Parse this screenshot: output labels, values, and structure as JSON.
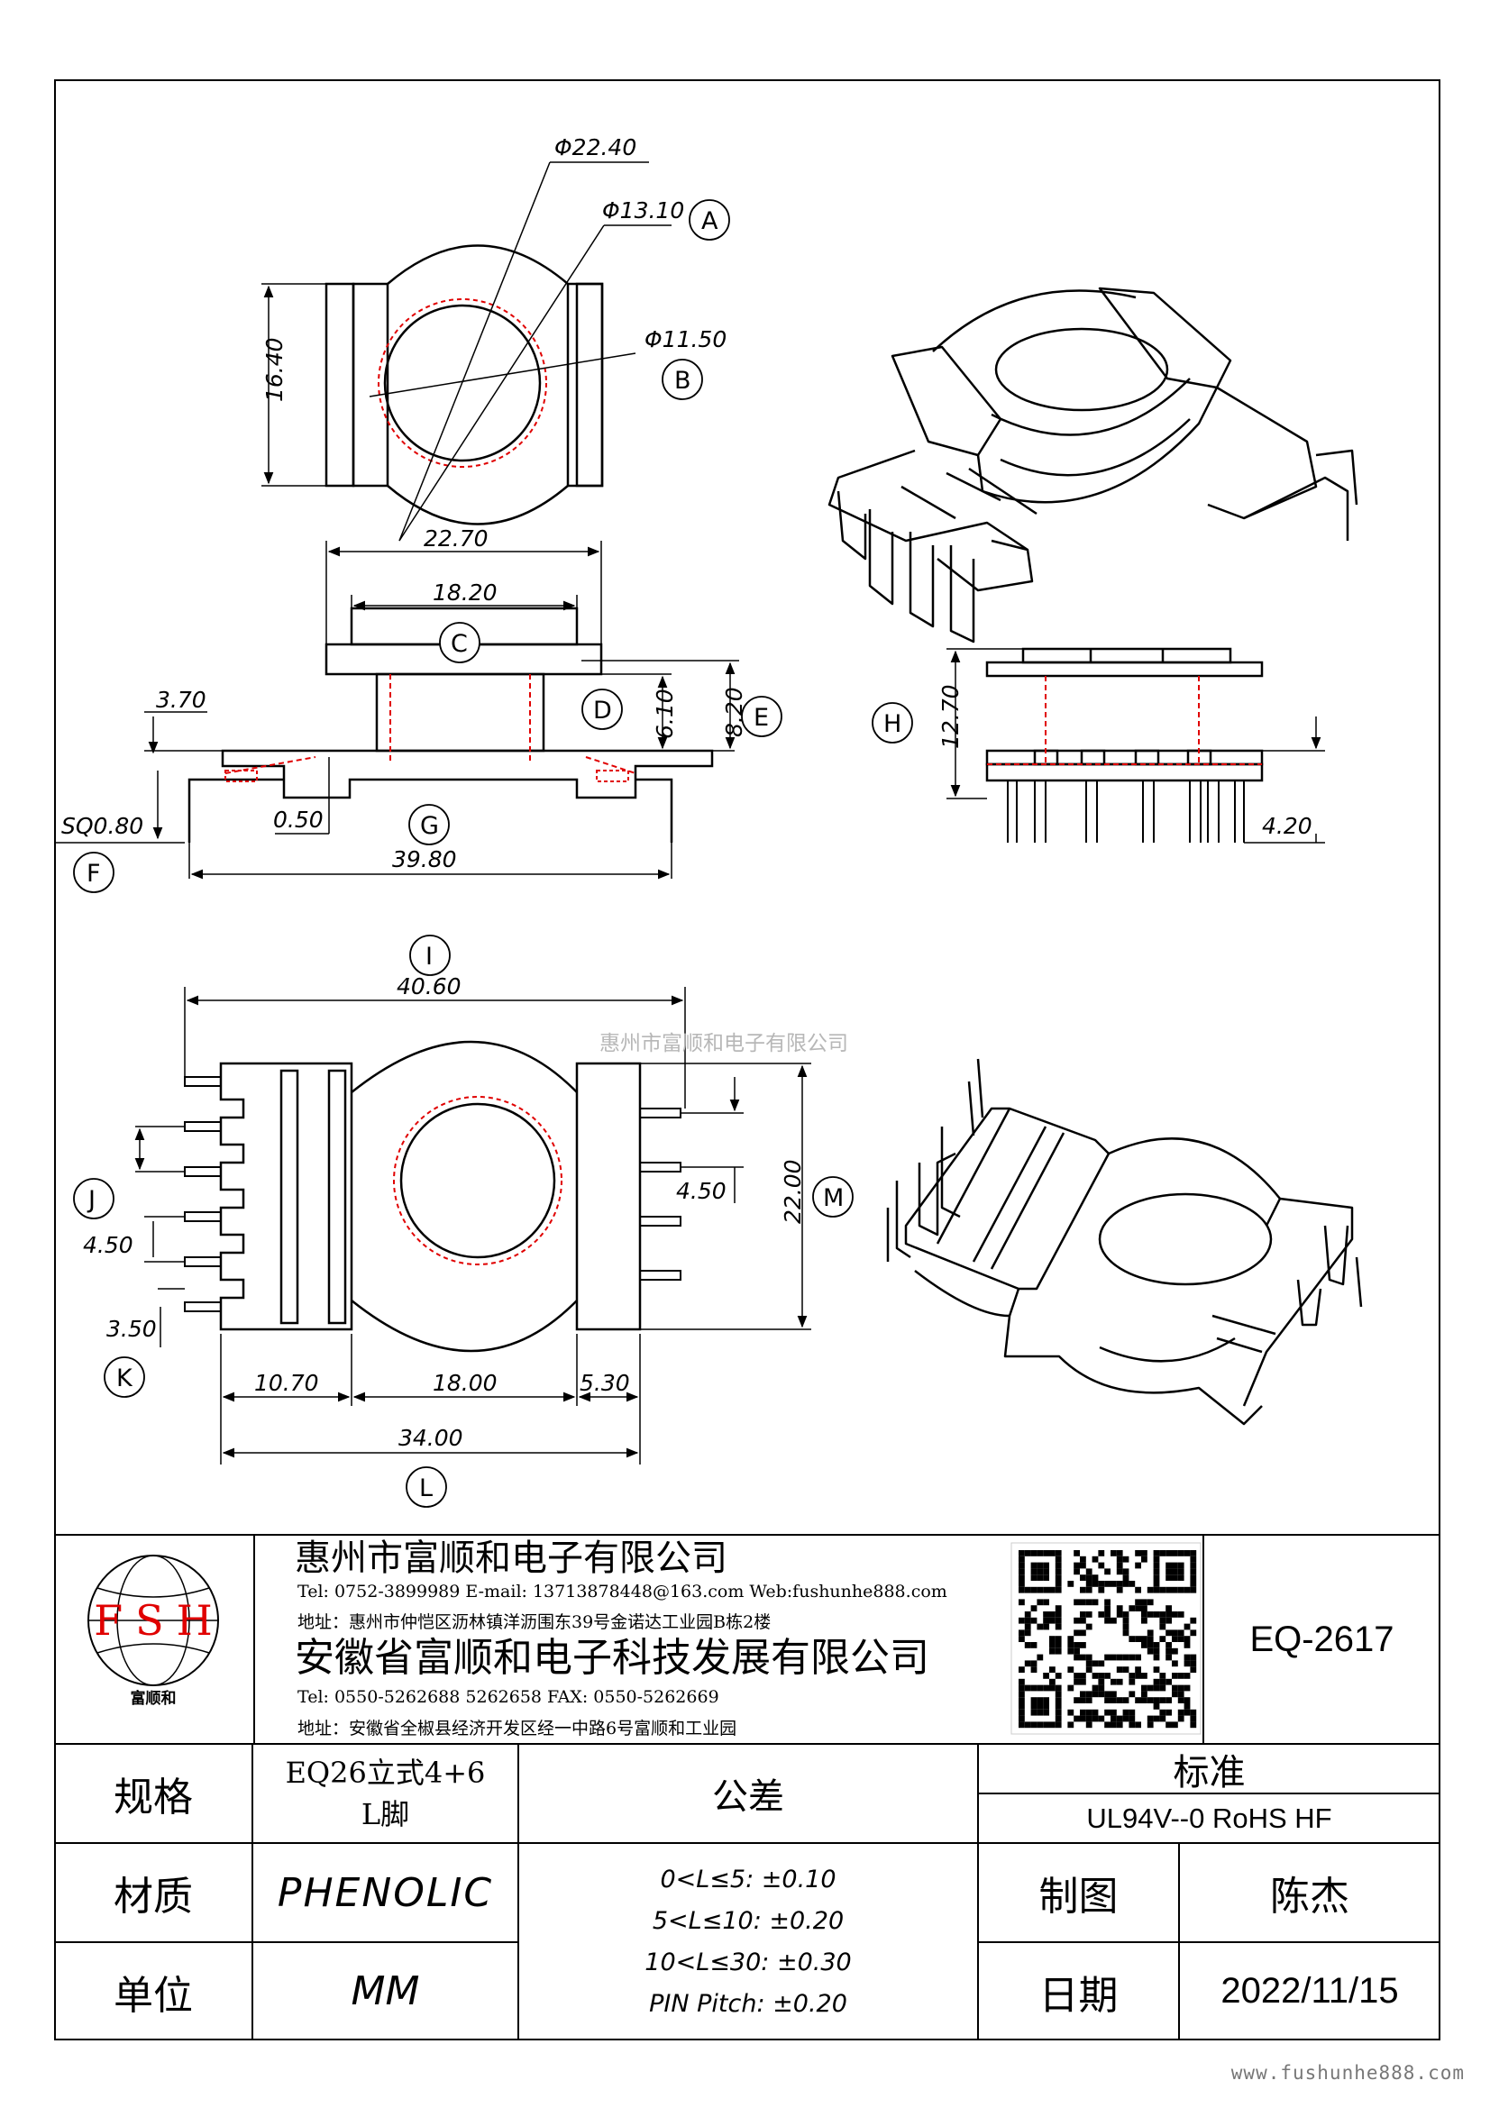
{
  "dims": {
    "d1": "Φ22.40",
    "d2": "Φ13.10",
    "d3": "Φ11.50",
    "h1": "16.40",
    "w1": "22.70",
    "w2": "18.20",
    "s1": "3.70",
    "s2": "SQ0.80",
    "s3": "0.50",
    "w3": "39.80",
    "v1": "6.10",
    "v2": "8.20",
    "v3": "12.70",
    "v4": "4.20",
    "w4": "40.60",
    "p1": "4.50",
    "v5": "22.00",
    "p2": "4.50",
    "p3": "3.50",
    "w5": "10.70",
    "w6": "18.00",
    "w7": "5.30",
    "w8": "34.00"
  },
  "labels": {
    "A": "A",
    "B": "B",
    "C": "C",
    "D": "D",
    "E": "E",
    "F": "F",
    "G": "G",
    "H": "H",
    "I": "I",
    "J": "J",
    "K": "K",
    "L": "L",
    "M": "M"
  },
  "watermark": "惠州市富顺和电子有限公司",
  "website": "www.fushunhe888.com",
  "logo": {
    "letters": [
      "F",
      "S",
      "H"
    ],
    "name": "富顺和"
  },
  "company1": {
    "name": "惠州市富顺和电子有限公司",
    "contact": "Tel:  0752-3899989  E-mail: 13713878448@163.com  Web:fushunhe888.com",
    "address": "地址：惠州市仲恺区沥林镇洋沥围东39号金诺达工业园B栋2楼"
  },
  "company2": {
    "name": "安徽省富顺和电子科技发展有限公司",
    "contact": "Tel:   0550-5262688  5262658      FAX: 0550-5262669",
    "address": "地址：安徽省全椒县经济开发区经一中路6号富顺和工业园"
  },
  "part_no": "EQ-2617",
  "table": {
    "spec_label": "规格",
    "spec_value_1": "EQ26立式4+6",
    "spec_value_2": "L脚",
    "tol_label": "公差",
    "std_label": "标准",
    "std_value": "UL94V--0  RoHS HF",
    "mat_label": "材质",
    "mat_value": "PHENOLIC",
    "tol_1": "0<L≤5: ±0.10",
    "tol_2": "5<L≤10: ±0.20",
    "tol_3": "10<L≤30: ±0.30",
    "tol_4": "PIN Pitch: ±0.20",
    "draw_label": "制图",
    "draw_value": "陈杰",
    "unit_label": "单位",
    "unit_value": "MM",
    "date_label": "日期",
    "date_value": "2022/11/15"
  }
}
